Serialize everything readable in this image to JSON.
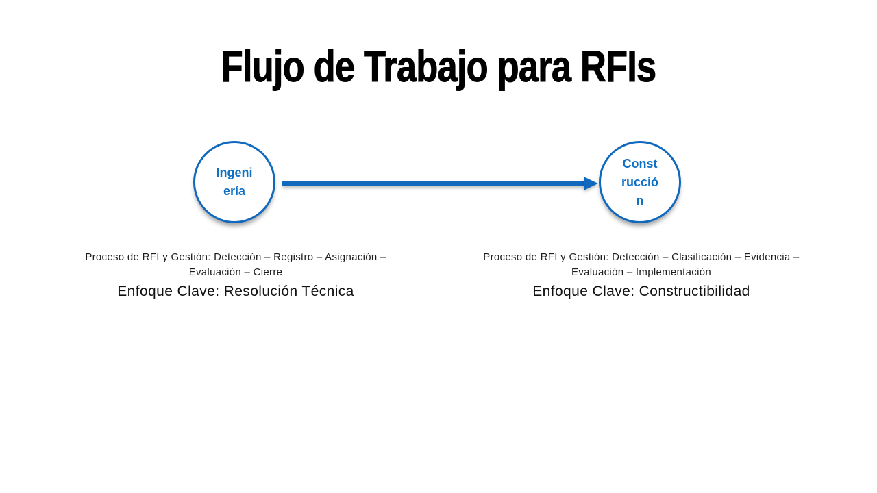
{
  "slide": {
    "title": "Flujo de Trabajo para RFIs",
    "colors": {
      "background": "#FFFFFF",
      "accent_blue": "#1169BE",
      "circle_text_blue": "#0F70C4",
      "title_text": "#000000",
      "body_text": "#1C1C1C"
    },
    "nodes": [
      {
        "id": "ingenieria",
        "label": "Ingeniería",
        "label_lines": [
          "Ingeni",
          "ería"
        ],
        "process": "Proceso de RFI y Gestión: Detección – Registro – Asignación – Evaluación – Cierre",
        "focus": "Enfoque Clave: Resolución Técnica"
      },
      {
        "id": "construccion",
        "label": "Construcción",
        "label_lines": [
          "Const",
          "rucció",
          "n"
        ],
        "process": "Proceso de RFI y Gestión: Detección – Clasificación – Evidencia – Evaluación – Implementación",
        "focus": "Enfoque Clave: Constructibilidad"
      }
    ],
    "connector": {
      "from": "Ingeniería",
      "to": "Construcción",
      "direction": "right"
    }
  }
}
